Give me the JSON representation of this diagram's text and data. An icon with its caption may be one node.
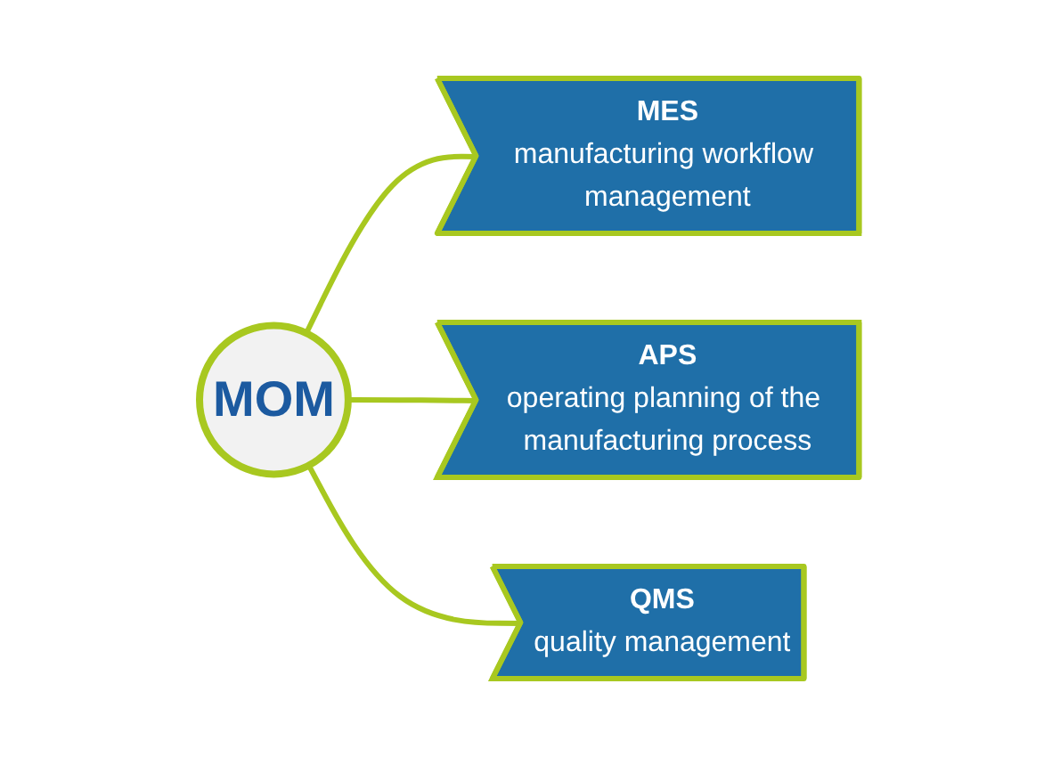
{
  "diagram": {
    "nodes": [
      {
        "text": [
          "MOM"
        ]
      },
      {
        "text": [
          "MES",
          "manufacturing workflow management"
        ]
      },
      {
        "text": [
          "APS",
          "operating planning of the manufacturing process"
        ]
      },
      {
        "text": [
          "QMS",
          "quality management"
        ]
      }
    ],
    "edges": [
      {
        "from": 0,
        "to": 1,
        "arrow": "none"
      },
      {
        "from": 0,
        "to": 2,
        "arrow": "none"
      },
      {
        "from": 0,
        "to": 3,
        "arrow": "none"
      }
    ]
  }
}
